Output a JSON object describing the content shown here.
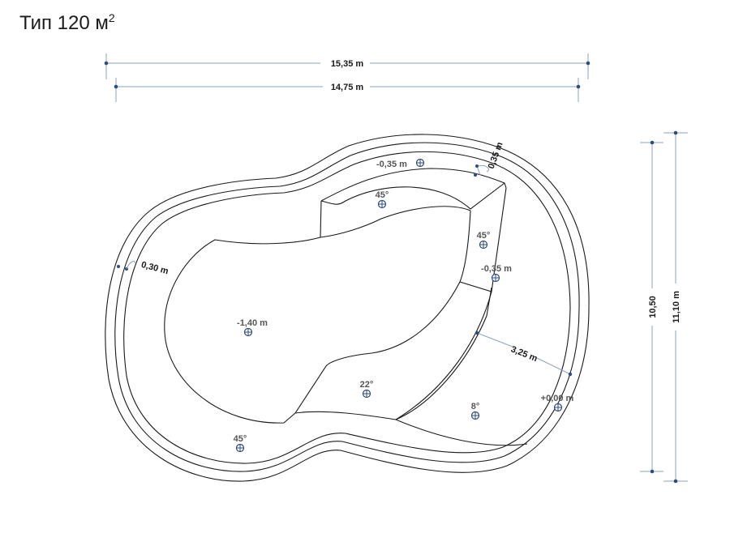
{
  "title": {
    "text": "Тип 120 м",
    "sup": "2"
  },
  "dimensions": {
    "outer_width": "15,35 m",
    "inner_width": "14,75 m",
    "inner_height": "10,50",
    "outer_height": "11,10 m",
    "wall_right": "0,35 m",
    "wall_left": "0,30 m",
    "step_width": "3,25 m"
  },
  "markers": {
    "top_step_depth": "-0,35 m",
    "top_step_angle": "45°",
    "right_step_angle": "45°",
    "right_step_depth": "-0,35 m",
    "deep_depth": "-1,40 m",
    "mid_slope": "22°",
    "beach_slope": "8°",
    "beach_depth": "+0,00 m",
    "bottom_left_angle": "45°"
  }
}
